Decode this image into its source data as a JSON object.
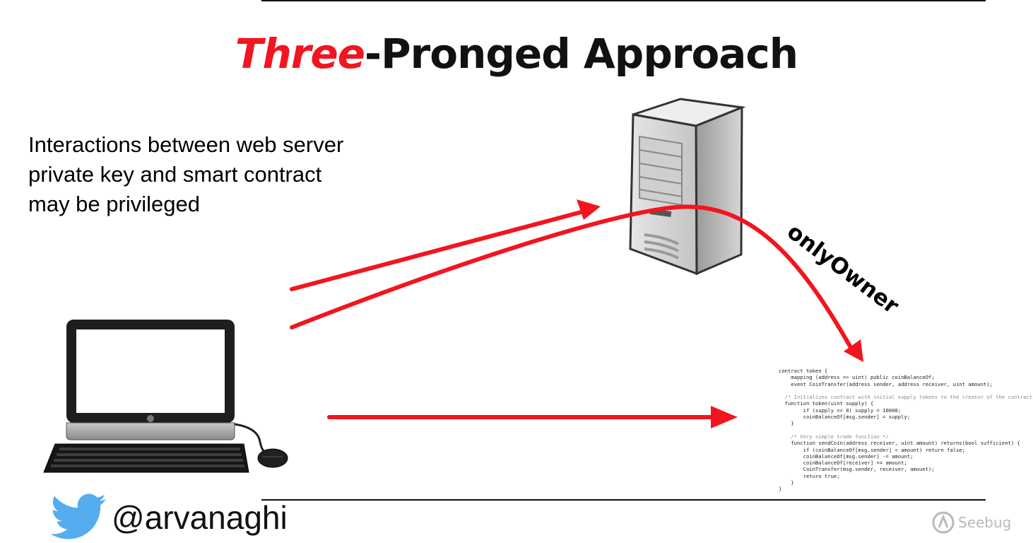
{
  "slide": {
    "title_accent": "Three",
    "title_rest": "-Pronged Approach",
    "description_lines": [
      "Interactions between web server",
      "private key and smart contract",
      "may be privileged"
    ],
    "arrow_label": "onlyOwner",
    "handle": "@arvanaghi",
    "watermark": "Seebug",
    "code_lines": [
      "contract token {",
      "    mapping (address => uint) public coinBalanceOf;",
      "    event CoinTransfer(address sender, address receiver, uint amount);",
      "",
      "  /* Initializes contract with initial supply tokens to the creator of the contract */",
      "  function token(uint supply) {",
      "        if (supply == 0) supply = 10000;",
      "        coinBalanceOf[msg.sender] = supply;",
      "    }",
      "",
      "    /* Very simple trade function */",
      "    function sendCoin(address receiver, uint amount) returns(bool sufficient) {",
      "        if (coinBalanceOf[msg.sender] < amount) return false;",
      "        coinBalanceOf[msg.sender] -= amount;",
      "        coinBalanceOf[receiver] += amount;",
      "        CoinTransfer(msg.sender, receiver, amount);",
      "        return true;",
      "    }",
      "}"
    ]
  },
  "colors": {
    "accent": "#f2151f",
    "arrow": "#f2151f",
    "text": "#111111",
    "twitter": "#55acee",
    "watermark": "#b9b9b9"
  },
  "icons": [
    "desktop-computer-icon",
    "server-tower-icon",
    "twitter-bird-icon",
    "seebug-logo-icon"
  ]
}
